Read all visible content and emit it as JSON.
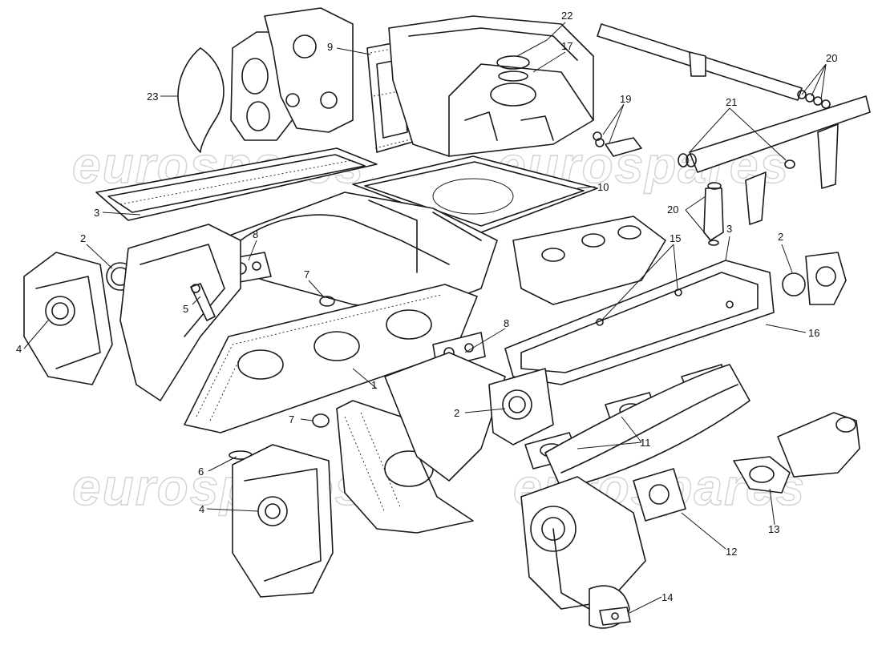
{
  "watermark": {
    "text": "eurospares",
    "color": "#cfd3d6"
  },
  "diagram": {
    "line_color": "#1a1a1a",
    "background": "#ffffff",
    "callouts": [
      {
        "id": "c23",
        "label": "23"
      },
      {
        "id": "c9",
        "label": "9"
      },
      {
        "id": "c22",
        "label": "22"
      },
      {
        "id": "c17",
        "label": "17"
      },
      {
        "id": "c19",
        "label": "19"
      },
      {
        "id": "c20a",
        "label": "20"
      },
      {
        "id": "c21",
        "label": "21"
      },
      {
        "id": "c3a",
        "label": "3"
      },
      {
        "id": "c10",
        "label": "10"
      },
      {
        "id": "c20b",
        "label": "20"
      },
      {
        "id": "c2a",
        "label": "2"
      },
      {
        "id": "c8a",
        "label": "8"
      },
      {
        "id": "c15",
        "label": "15"
      },
      {
        "id": "c3b",
        "label": "3"
      },
      {
        "id": "c2b",
        "label": "2"
      },
      {
        "id": "c7a",
        "label": "7"
      },
      {
        "id": "c5",
        "label": "5"
      },
      {
        "id": "c4a",
        "label": "4"
      },
      {
        "id": "c16",
        "label": "16"
      },
      {
        "id": "c8b",
        "label": "8"
      },
      {
        "id": "c1",
        "label": "1"
      },
      {
        "id": "c2c",
        "label": "2"
      },
      {
        "id": "c7b",
        "label": "7"
      },
      {
        "id": "c11",
        "label": "11"
      },
      {
        "id": "c6",
        "label": "6"
      },
      {
        "id": "c4b",
        "label": "4"
      },
      {
        "id": "c13",
        "label": "13"
      },
      {
        "id": "c12",
        "label": "12"
      },
      {
        "id": "c14",
        "label": "14"
      }
    ]
  }
}
